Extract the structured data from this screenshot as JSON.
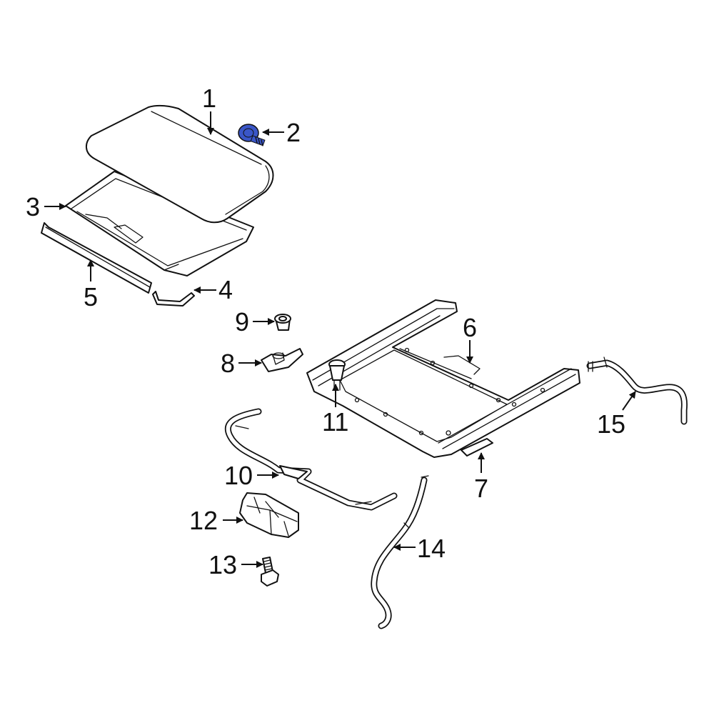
{
  "diagram": {
    "highlight_color": "#3a56c8",
    "line_color": "#111111",
    "background": "#ffffff",
    "callouts": [
      {
        "id": "1",
        "label": "1"
      },
      {
        "id": "2",
        "label": "2"
      },
      {
        "id": "3",
        "label": "3"
      },
      {
        "id": "4",
        "label": "4"
      },
      {
        "id": "5",
        "label": "5"
      },
      {
        "id": "6",
        "label": "6"
      },
      {
        "id": "7",
        "label": "7"
      },
      {
        "id": "8",
        "label": "8"
      },
      {
        "id": "9",
        "label": "9"
      },
      {
        "id": "10",
        "label": "10"
      },
      {
        "id": "11",
        "label": "11"
      },
      {
        "id": "12",
        "label": "12"
      },
      {
        "id": "13",
        "label": "13"
      },
      {
        "id": "14",
        "label": "14"
      },
      {
        "id": "15",
        "label": "15"
      }
    ]
  }
}
